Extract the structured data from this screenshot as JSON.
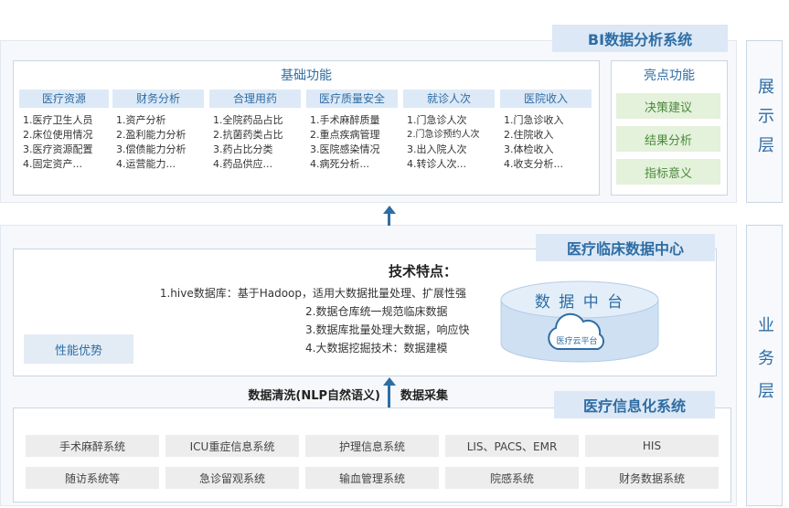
{
  "colors": {
    "accent": "#2e6da4",
    "green": "#4a8a3a"
  },
  "layers": {
    "display": "展示层",
    "business": "业务层"
  },
  "bi": {
    "title": "BI数据分析系统",
    "basic_title": "基础功能",
    "columns": [
      {
        "head": "医院收入",
        "items": [
          "1.门急诊收入",
          "2.住院收入",
          "3.体检收入",
          "4.收支分析..."
        ]
      },
      {
        "head": "就诊人次",
        "items": [
          "1.门急诊人次",
          "2.门急诊预约人次",
          "3.出入院人次",
          "4.转诊人次..."
        ]
      },
      {
        "head": "医疗质量安全",
        "items": [
          "1.手术麻醉质量",
          "2.重点疾病管理",
          "3.医院感染情况",
          "4.病死分析..."
        ]
      },
      {
        "head": "合理用药",
        "items": [
          "1.全院药品占比",
          "2.抗菌药类占比",
          "3.药占比分类",
          "4.药品供应..."
        ]
      },
      {
        "head": "财务分析",
        "items": [
          "1.资产分析",
          "2.盈利能力分析",
          "3.偿债能力分析",
          "4.运营能力..."
        ]
      },
      {
        "head": "医疗资源",
        "items": [
          "1.医疗卫生人员",
          "2.床位使用情况",
          "3.医疗资源配置",
          "4.固定资产..."
        ]
      }
    ],
    "highlight_title": "亮点功能",
    "highlights": [
      "决策建议",
      "结果分析",
      "指标意义"
    ]
  },
  "center": {
    "title": "医疗临床数据中心",
    "tech_title": "技术特点：",
    "tech_lines": [
      "1.hive数据库：基于Hadoop，适用大数据批量处理、扩展性强",
      "2.数据仓库统一规范临床数据",
      "3.数据库批量处理大数据，响应快",
      "4.大数据挖掘技术：数据建模"
    ],
    "perf_label": "性能优势",
    "platform_label": "数 据 中 台",
    "cloud_label": "医疗云平台"
  },
  "flow": {
    "collect": "数据采集",
    "clean": "数据清洗(NLP自然语义)"
  },
  "info": {
    "title": "医疗信息化系统",
    "row1": [
      "HIS",
      "LIS、PACS、EMR",
      "护理信息系统",
      "ICU重症信息系统",
      "手术麻醉系统"
    ],
    "row2": [
      "财务数据系统",
      "院感系统",
      "输血管理系统",
      "急诊留观系统",
      "随访系统等"
    ]
  }
}
